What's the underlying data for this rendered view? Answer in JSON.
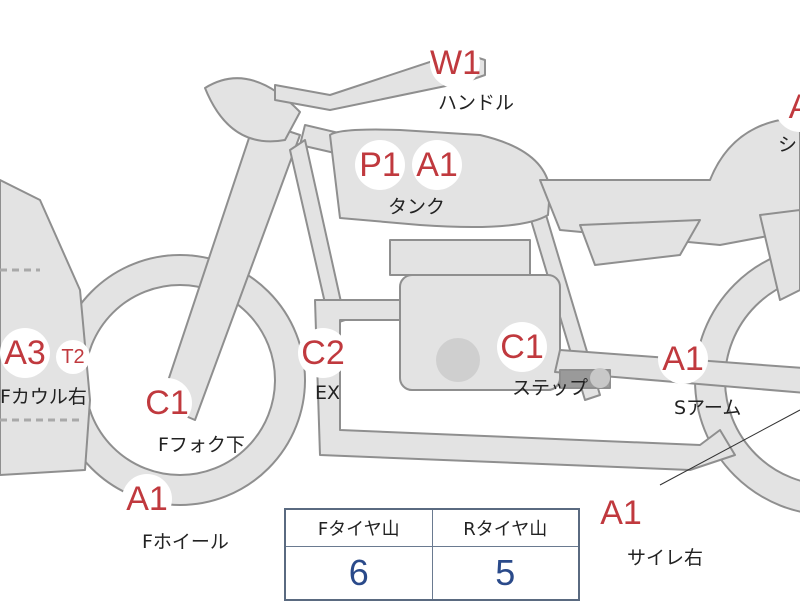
{
  "markers": {
    "handle": {
      "code": "W1",
      "label": "ハンドル"
    },
    "tank_p": {
      "code": "P1"
    },
    "tank_a": {
      "code": "A1",
      "label": "タンク"
    },
    "seat": {
      "code": "A",
      "label": "シ"
    },
    "fcowl": {
      "code": "A3",
      "sub": "T2",
      "label": "Fカウル右"
    },
    "ffork": {
      "code": "C1",
      "label": "Fフォク下"
    },
    "ex": {
      "code": "C2",
      "label": "EX"
    },
    "step": {
      "code": "C1",
      "label": "ステップ"
    },
    "sarm": {
      "code": "A1",
      "label": "Sアーム"
    },
    "fwheel": {
      "code": "A1",
      "label": "Fホイール"
    },
    "silencer": {
      "code": "A1",
      "label": "サイレ右"
    }
  },
  "tread_table": {
    "headers": [
      "Fタイヤ山",
      "Rタイヤ山"
    ],
    "values": [
      "6",
      "5"
    ]
  }
}
